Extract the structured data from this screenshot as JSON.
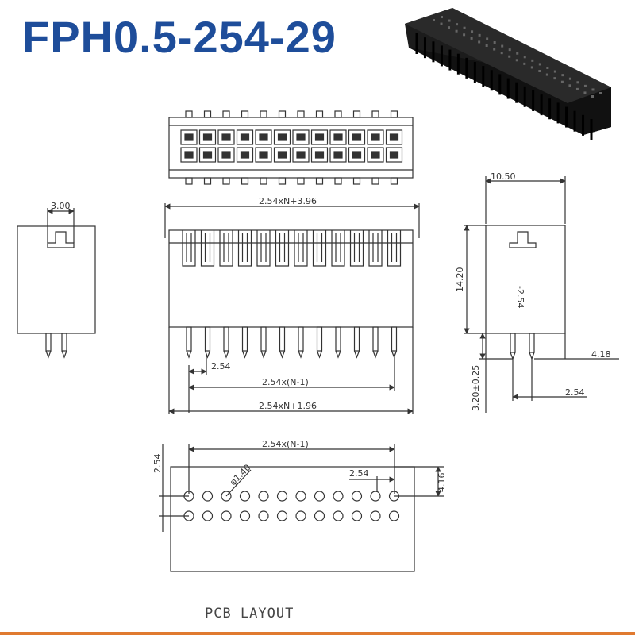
{
  "header": {
    "title": "FPH0.5-254-29"
  },
  "dimensions": {
    "left_pitch": "3.00",
    "top_span": "2.54xN+3.96",
    "pitch": "2.54",
    "n_minus_1": "2.54x(N-1)",
    "bottom_span": "2.54xN+1.96",
    "side_width": "10.50",
    "side_height": "14.20",
    "side_inner": "-2.54",
    "right_offset": "4.18",
    "pin_len": "3.20±0.25",
    "side_pitch": "2.54",
    "pcb_span": "2.54x(N-1)",
    "pcb_row": "2.54",
    "hole_dia": "φ1.40",
    "pcb_pitch": "2.54",
    "pcb_offset": "4.16"
  },
  "labels": {
    "pcb_layout": "PCB LAYOUT"
  },
  "colors": {
    "title": "#1e4d9a",
    "line": "#333333",
    "accent": "#e07a30",
    "body": "#1c1c1c"
  }
}
